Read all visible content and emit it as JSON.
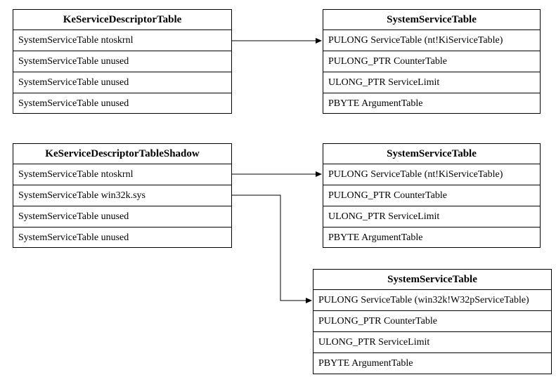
{
  "diagram": {
    "colors": {
      "border": "#000000",
      "background": "#ffffff",
      "text": "#000000",
      "arrow": "#000000"
    },
    "tables": [
      {
        "title": "KeServiceDescriptorTable",
        "rows": [
          "SystemServiceTable ntoskrnl",
          "SystemServiceTable unused",
          "SystemServiceTable unused",
          "SystemServiceTable unused"
        ]
      },
      {
        "title": "SystemServiceTable",
        "rows": [
          "PULONG ServiceTable (nt!KiServiceTable)",
          "PULONG_PTR CounterTable",
          "ULONG_PTR ServiceLimit",
          "PBYTE ArgumentTable"
        ]
      },
      {
        "title": "KeServiceDescriptorTableShadow",
        "rows": [
          "SystemServiceTable ntoskrnl",
          "SystemServiceTable win32k.sys",
          "SystemServiceTable unused",
          "SystemServiceTable unused"
        ]
      },
      {
        "title": "SystemServiceTable",
        "rows": [
          "PULONG ServiceTable (nt!KiServiceTable)",
          "PULONG_PTR CounterTable",
          "ULONG_PTR ServiceLimit",
          "PBYTE ArgumentTable"
        ]
      },
      {
        "title": "SystemServiceTable",
        "rows": [
          "PULONG ServiceTable (win32k!W32pServiceTable)",
          "PULONG_PTR CounterTable",
          "ULONG_PTR ServiceLimit",
          "PBYTE ArgumentTable"
        ]
      }
    ],
    "connectors": [
      {
        "from": "KeServiceDescriptorTable / SystemServiceTable ntoskrnl",
        "to": "SystemServiceTable / PULONG ServiceTable (nt!KiServiceTable)"
      },
      {
        "from": "KeServiceDescriptorTableShadow / SystemServiceTable ntoskrnl",
        "to": "SystemServiceTable / PULONG ServiceTable (nt!KiServiceTable)"
      },
      {
        "from": "KeServiceDescriptorTableShadow / SystemServiceTable win32k.sys",
        "to": "SystemServiceTable / PULONG ServiceTable (win32k!W32pServiceTable)"
      }
    ]
  }
}
